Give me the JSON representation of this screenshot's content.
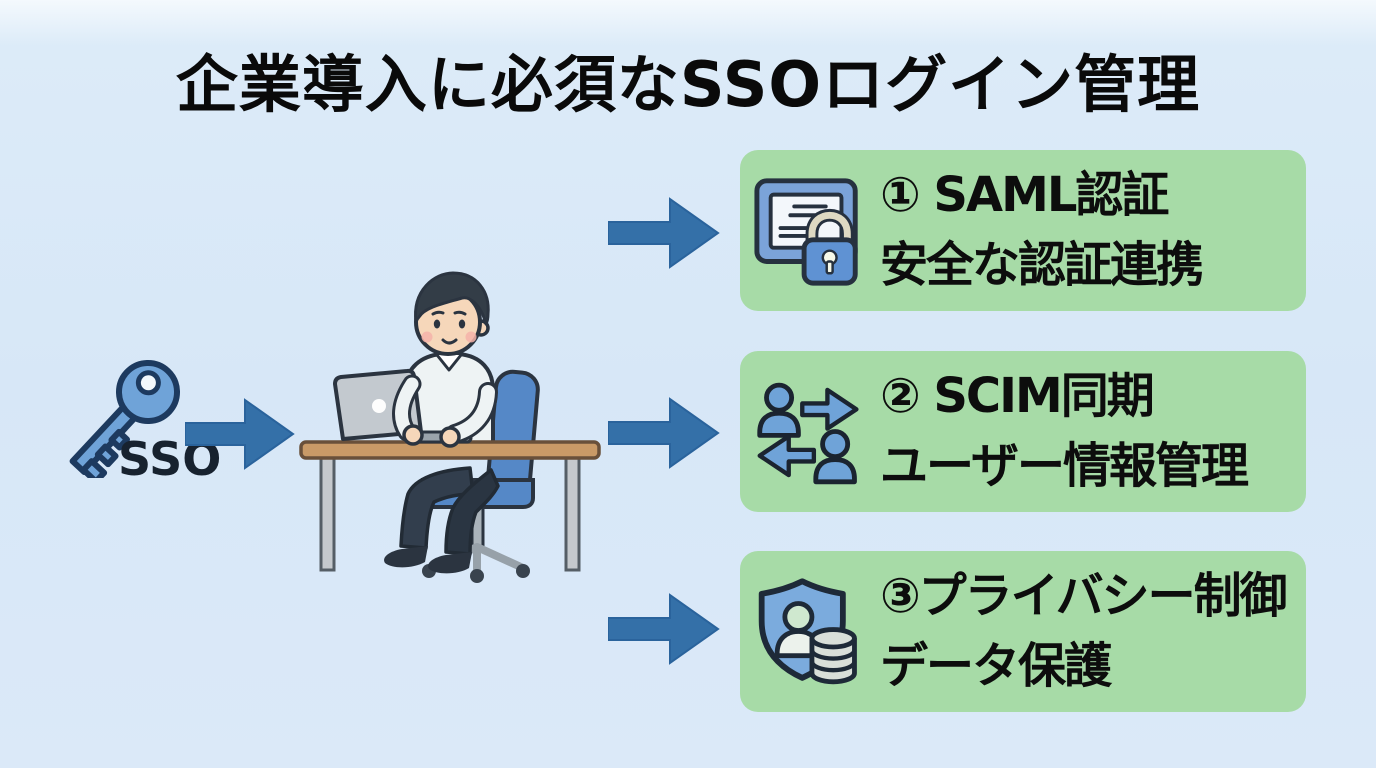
{
  "title": "企業導入に必須なSSOログイン管理",
  "source": {
    "label": "SSO",
    "icon": "key-icon"
  },
  "illustration": {
    "icon": "person-at-desk-illustration"
  },
  "flow_arrows": {
    "icon": "flow-arrow",
    "count": 4,
    "color": "#3470a8"
  },
  "boxes": [
    {
      "line1": "① SAML認証",
      "line2": "安全な認証連携",
      "icon": "certificate-lock-icon"
    },
    {
      "line1": "② SCIM同期",
      "line2": "ユーザー情報管理",
      "icon": "user-sync-icon"
    },
    {
      "line1": "③プライバシー制御",
      "line2": "データ保護",
      "icon": "shield-user-database-icon"
    }
  ],
  "colors": {
    "background": "#d7e7f7",
    "box_green": "#a7dba7",
    "arrow_blue": "#3470a8",
    "icon_blue": "#6fa3d8",
    "outline_navy": "#1d3a5f",
    "text_black": "#0d0d0d"
  }
}
